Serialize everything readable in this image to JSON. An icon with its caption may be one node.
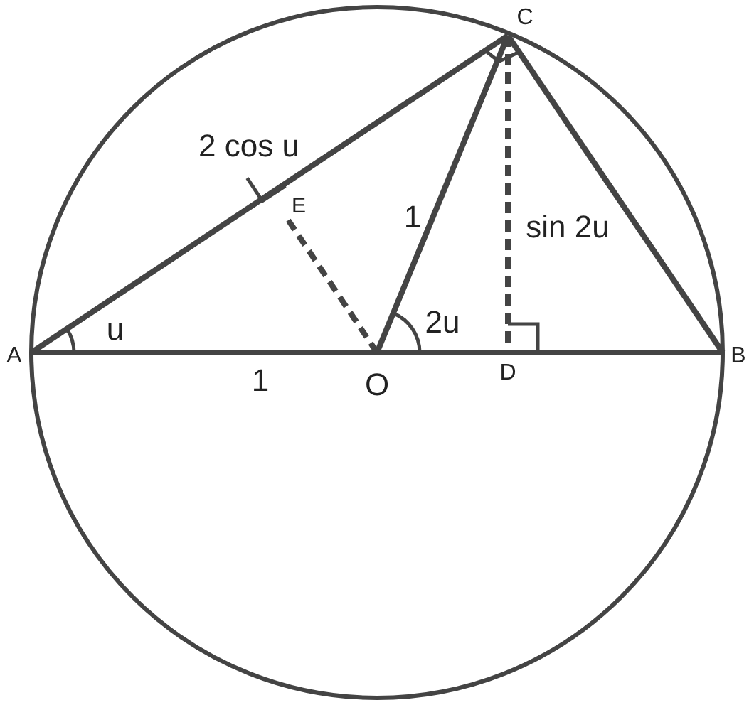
{
  "diagram": {
    "nodes": [
      {
        "text": [
          "A"
        ]
      },
      {
        "text": [
          "B"
        ]
      },
      {
        "text": [
          "C"
        ]
      },
      {
        "text": [
          "D"
        ]
      },
      {
        "text": [
          "E"
        ]
      },
      {
        "text": [
          "O"
        ]
      }
    ],
    "edges": [
      {
        "from": 0,
        "to": 2,
        "arrow": "none",
        "label": "2 cos u"
      },
      {
        "from": 2,
        "to": 1,
        "arrow": "none"
      },
      {
        "from": 5,
        "to": 2,
        "arrow": "none",
        "label": "1"
      },
      {
        "from": 0,
        "to": 5,
        "arrow": "none",
        "label": "1"
      },
      {
        "from": 5,
        "to": 3,
        "arrow": "none"
      },
      {
        "from": 3,
        "to": 1,
        "arrow": "none"
      },
      {
        "from": 2,
        "to": 3,
        "arrow": "none",
        "style": "dashed",
        "label": "sin 2u"
      },
      {
        "from": 5,
        "to": 4,
        "arrow": "none",
        "style": "dashed"
      }
    ],
    "labels": [
      "u",
      "2u"
    ]
  }
}
